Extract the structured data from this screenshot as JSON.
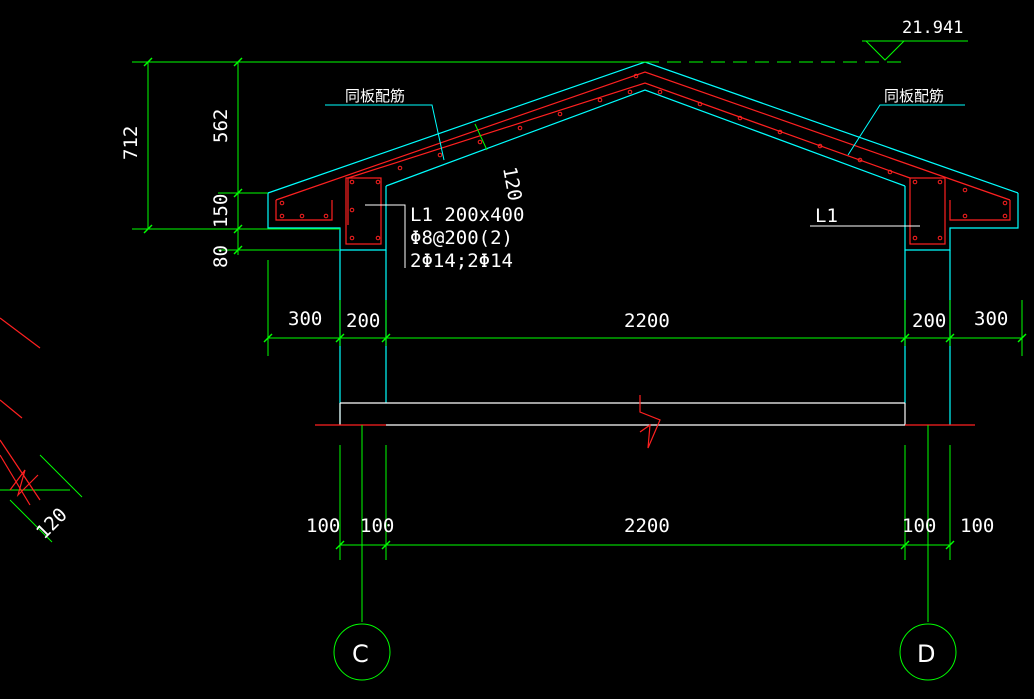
{
  "elevation": {
    "value": "21.941"
  },
  "annotations": {
    "left_rebar_note": "同板配筋",
    "right_rebar_note": "同板配筋",
    "beam_tag_right": "L1",
    "slab_thickness": "120",
    "side_slab_thickness": "120"
  },
  "beam_spec": {
    "line1": "L1 200x400",
    "line2": "Φ8@200(2)",
    "line3": "2Φ14;2Φ14"
  },
  "vertical_dims": {
    "total": "712",
    "rise": "562",
    "eave": "150",
    "beam_drop": "80"
  },
  "top_dims": [
    "300",
    "200",
    "2200",
    "200",
    "300"
  ],
  "bottom_dims": [
    "100",
    "100",
    "2200",
    "100",
    "100"
  ],
  "axes": {
    "left": "C",
    "right": "D"
  },
  "colors": {
    "background": "#000000",
    "concrete_outline": "#00ffff",
    "rebar": "#ff2020",
    "dimension": "#00ff00",
    "text": "#ffffff",
    "grade_line": "#ff2020"
  }
}
